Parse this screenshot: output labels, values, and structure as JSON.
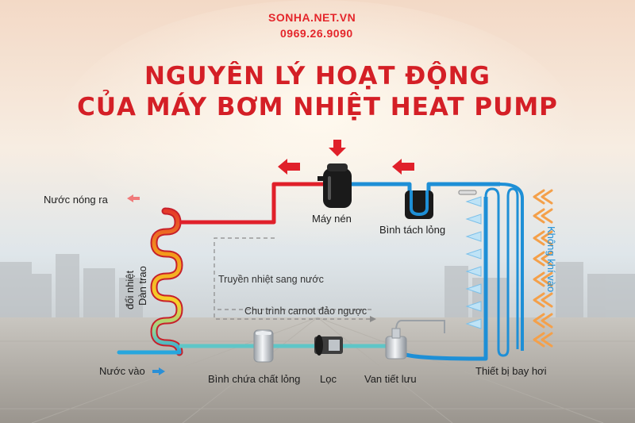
{
  "brand": {
    "website": "SONHA.NET.VN",
    "phone": "0969.26.9090"
  },
  "title": {
    "line1": "NGUYÊN LÝ HOẠT ĐỘNG",
    "line2": "CỦA MÁY BƠM NHIỆT HEAT PUMP"
  },
  "labels": {
    "hot_water_out": "Nước nóng ra",
    "water_in": "Nước vào",
    "heat_exchanger_line1": "Dàn trao",
    "heat_exchanger_line2": "đổi nhiệt",
    "compressor": "Máy nén",
    "liquid_separator": "Bình tách lỏng",
    "heat_transfer": "Truyền nhiệt sang nước",
    "carnot_cycle": "Chu trình carnot đảo ngược",
    "liquid_tank": "Bình chứa chất lỏng",
    "filter": "Lọc",
    "expansion_valve": "Van tiết lưu",
    "evaporator": "Thiết bị bay hơi",
    "air_in": "Không khí vào"
  },
  "colors": {
    "hot_pipe": "#e0202a",
    "cold_pipe": "#1e8fd6",
    "warm_arrow": "#f4a04a",
    "title": "#d41f26"
  }
}
